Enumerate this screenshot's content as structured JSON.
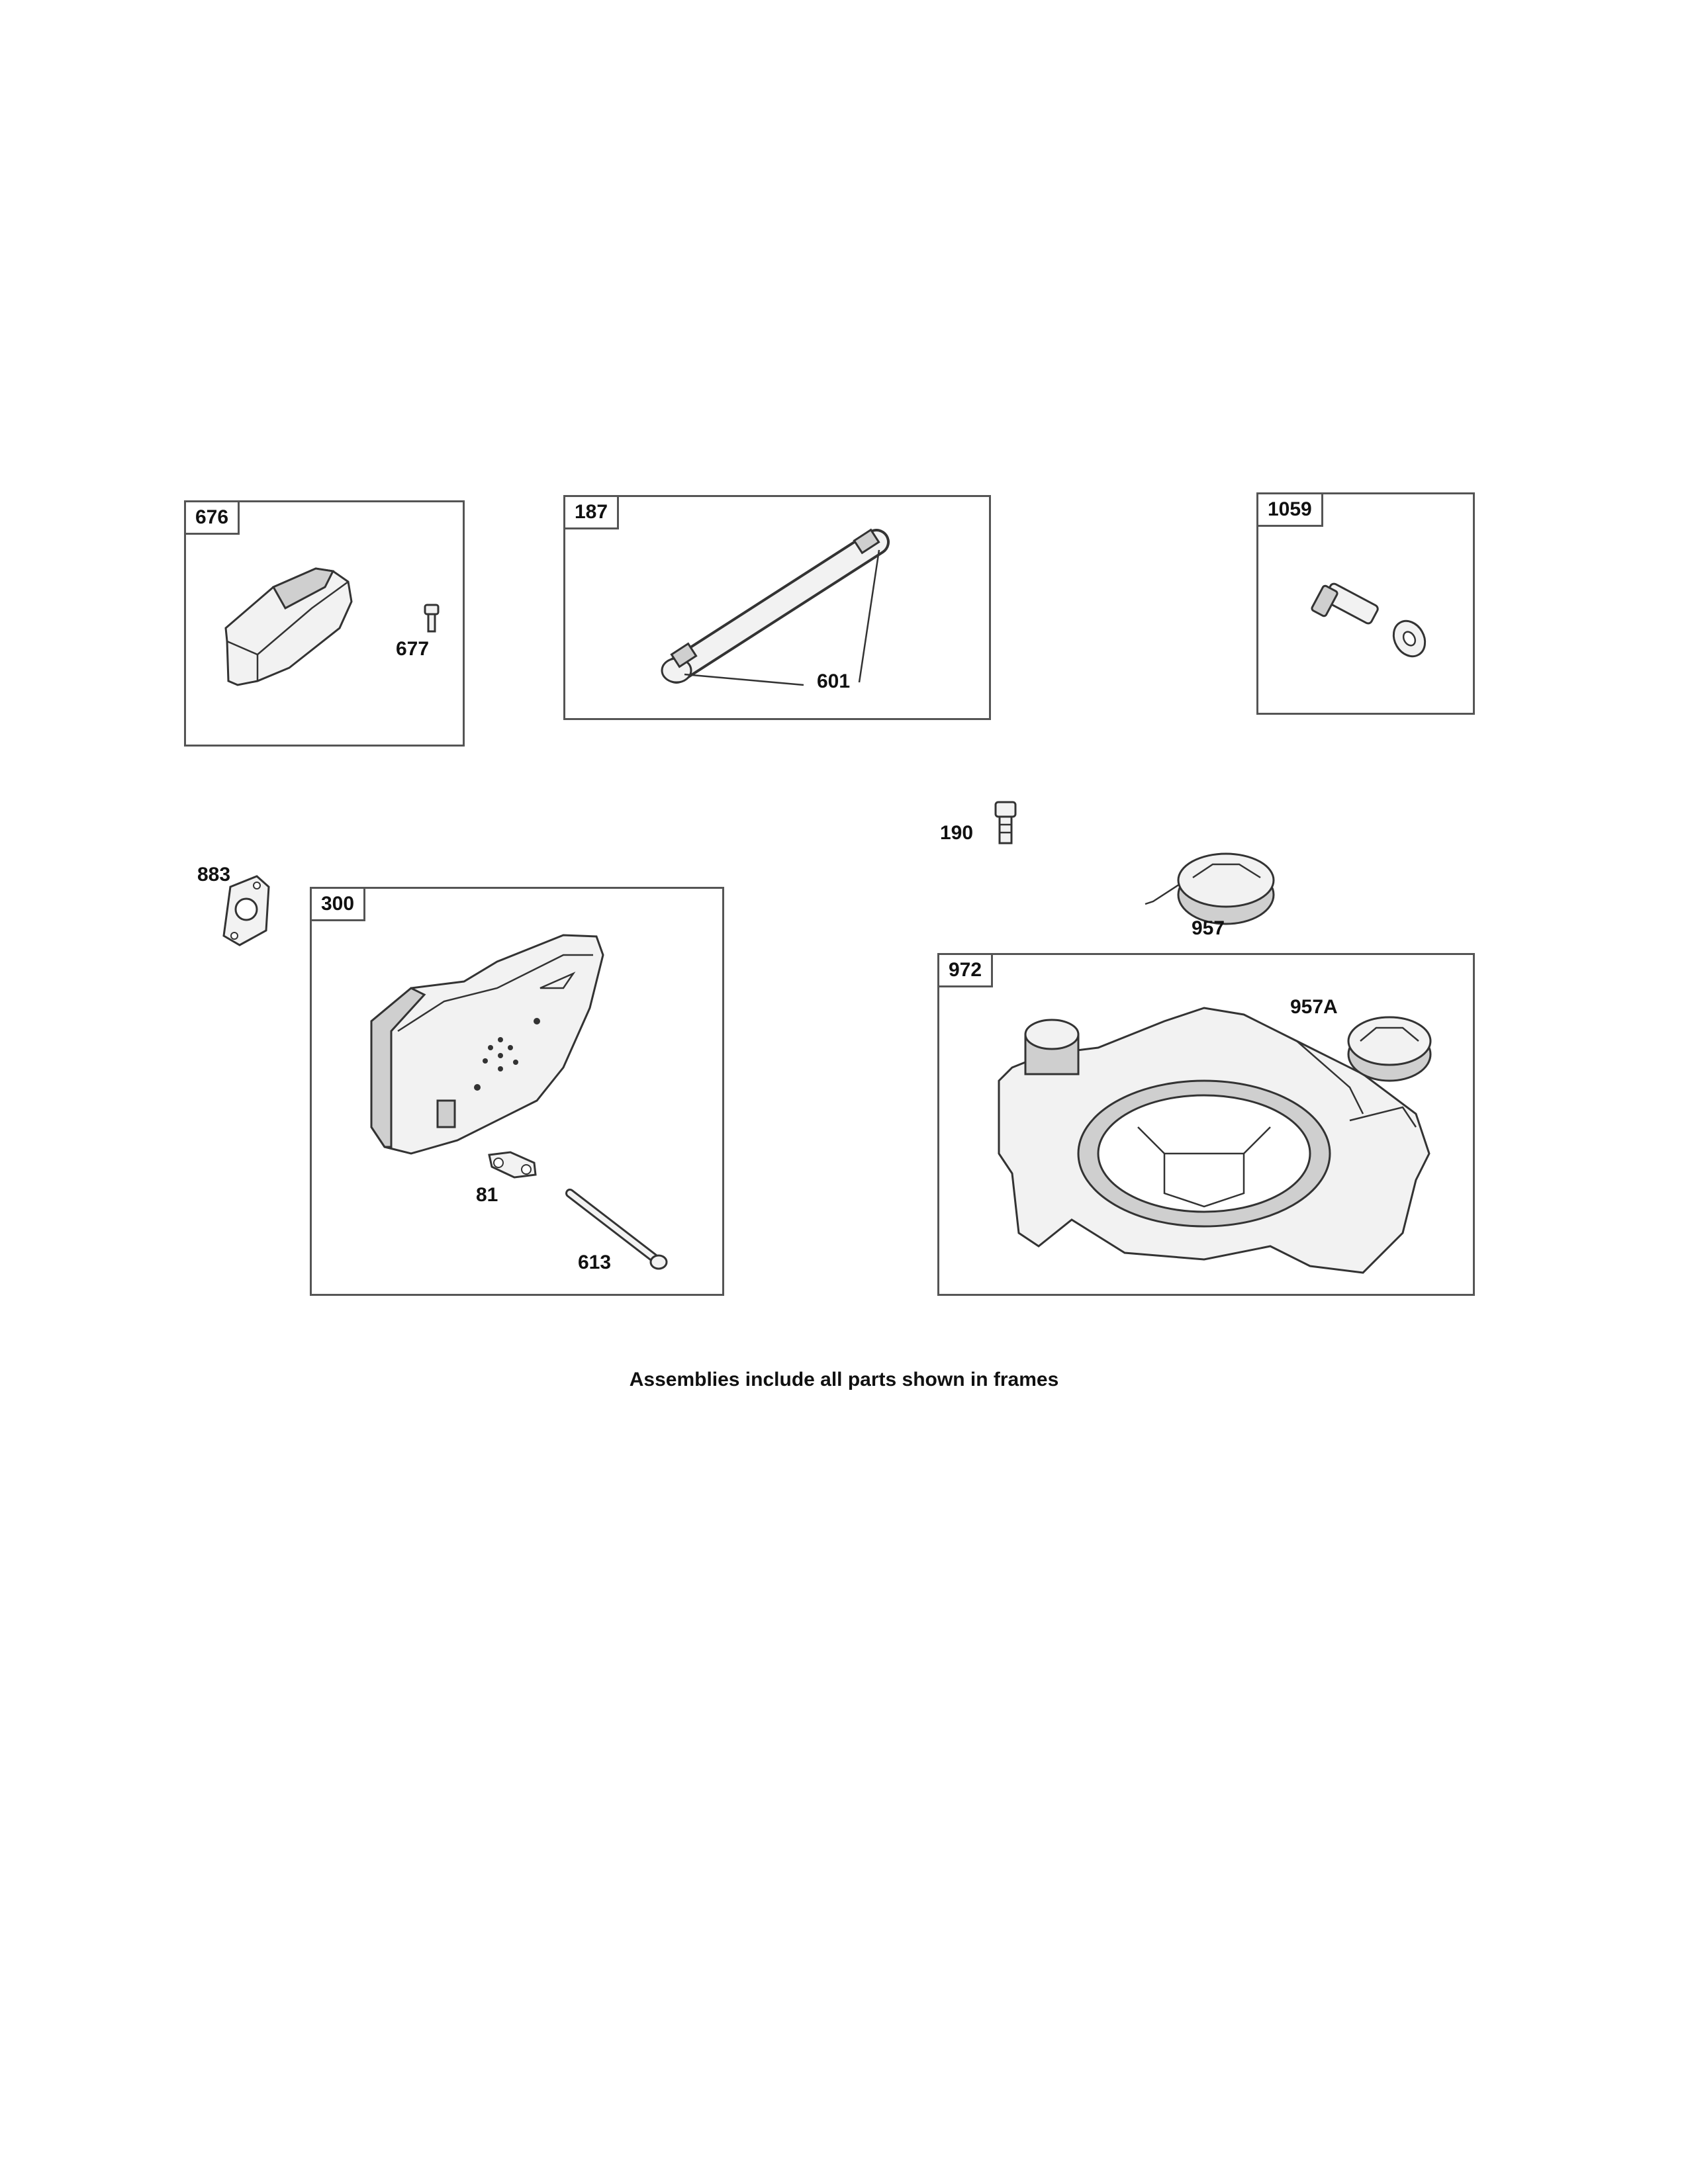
{
  "frames": {
    "f676": "676",
    "f187": "187",
    "f1059": "1059",
    "f300": "300",
    "f972": "972"
  },
  "labels": {
    "l677": "677",
    "l601": "601",
    "l883": "883",
    "l81": "81",
    "l613": "613",
    "l190": "190",
    "l957": "957",
    "l957a": "957A"
  },
  "caption": "Assemblies include all parts shown in frames"
}
